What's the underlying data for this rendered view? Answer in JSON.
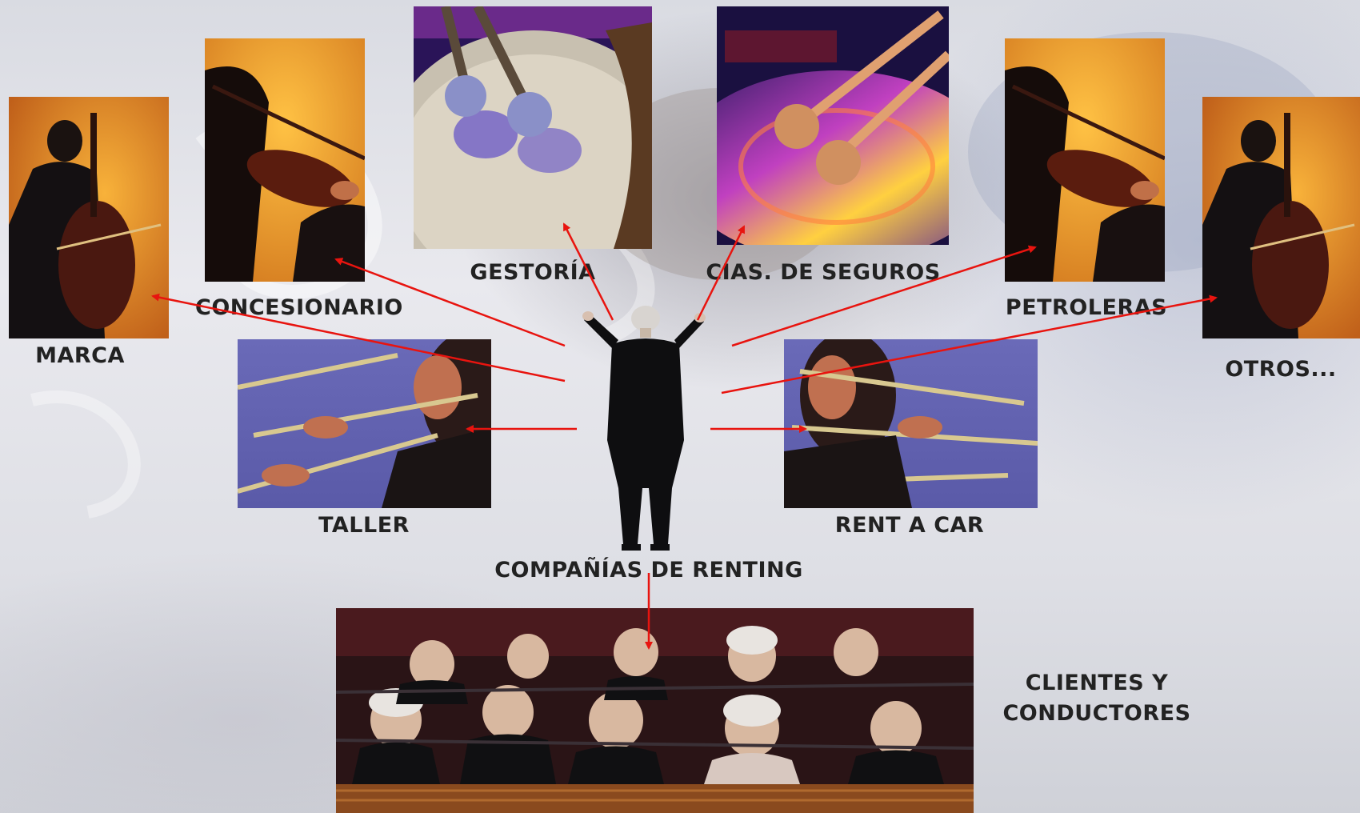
{
  "nodes": {
    "marca": "MARCA",
    "concesionario": "CONCESIONARIO",
    "gestoria": "GESTORÍA",
    "seguros": "CIAS. DE SEGUROS",
    "petroleras": "PETROLERAS",
    "otros": "OTROS...",
    "taller": "TALLER",
    "rent_a_car": "RENT A CAR",
    "renting": "COMPAÑÍAS DE RENTING"
  },
  "clients": {
    "line1": "CLIENTES Y",
    "line2": "CONDUCTORES"
  },
  "colors": {
    "arrow": "#e8140f",
    "label": "#222222"
  }
}
